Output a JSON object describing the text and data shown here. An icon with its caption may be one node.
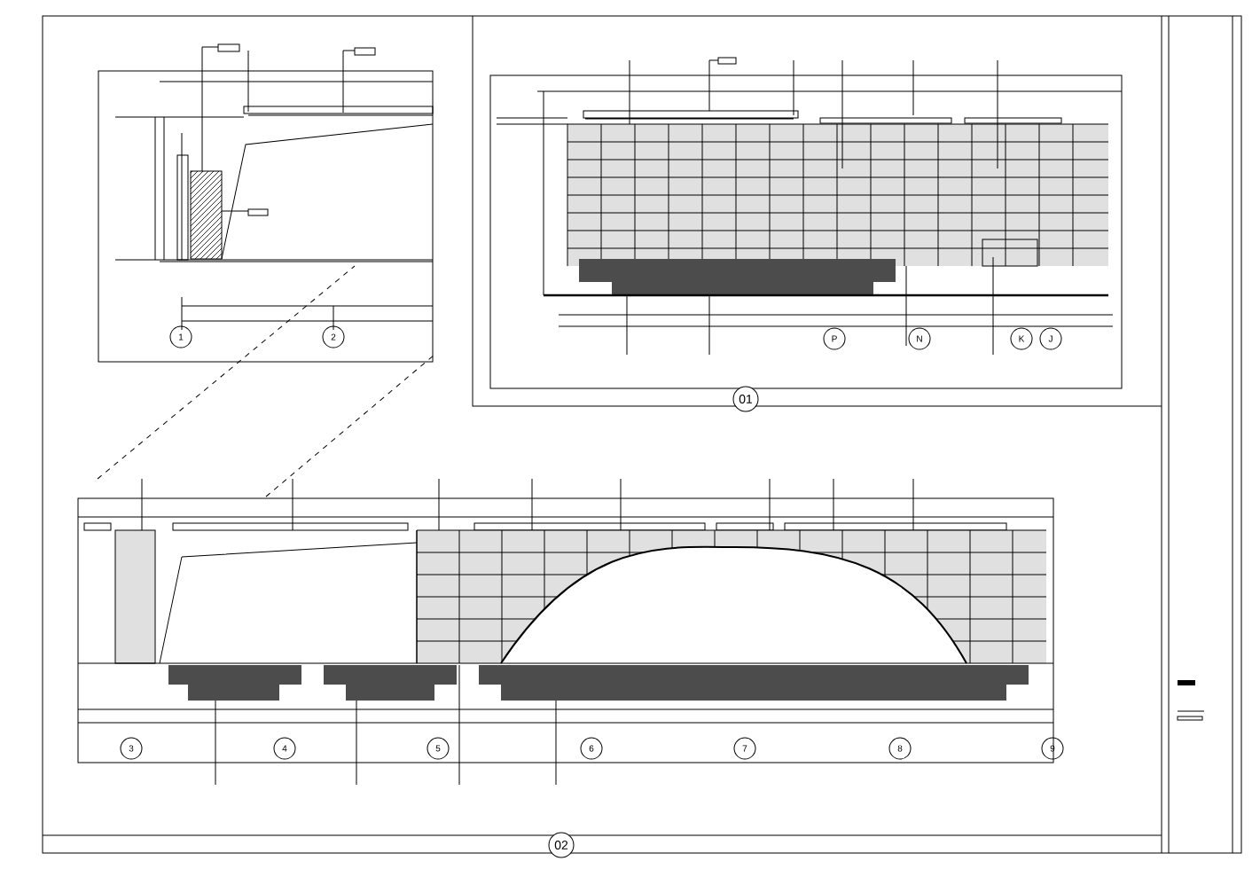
{
  "diagram": {
    "labels": [
      "1",
      "2",
      "P",
      "N",
      "K",
      "J",
      "01",
      "3",
      "4",
      "5",
      "6",
      "7",
      "8",
      "9",
      "02"
    ]
  }
}
